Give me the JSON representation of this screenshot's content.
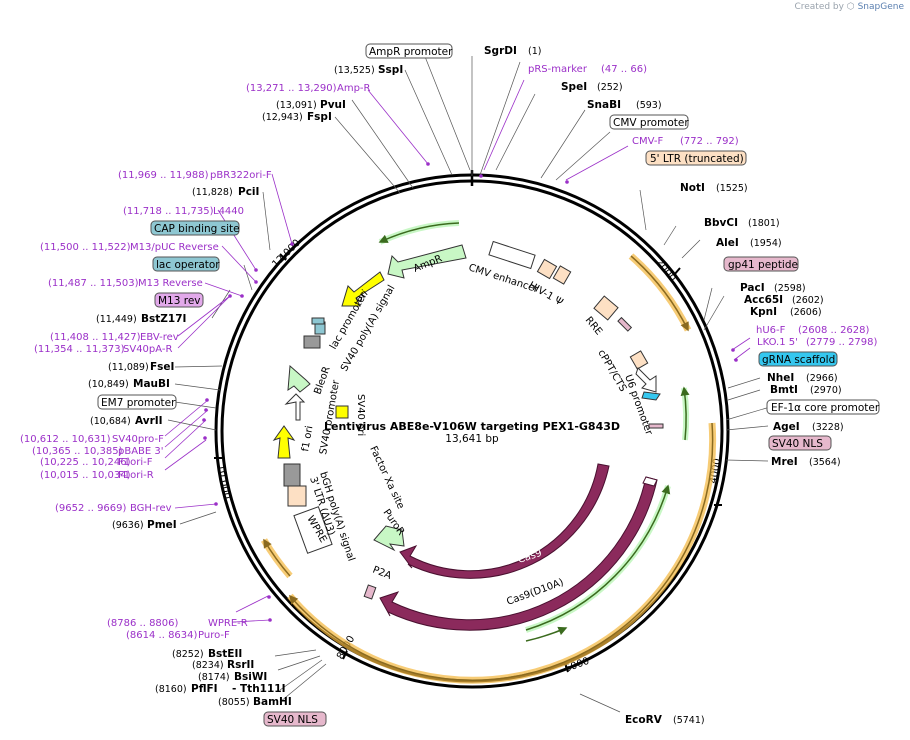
{
  "brand": {
    "created_by": "Created by",
    "app": "SnapGene"
  },
  "plasmid": {
    "name": "Lentivirus ABE8e-V106W targeting PEX1-G843D",
    "length": "13,641 bp"
  },
  "ruler": [
    "2000",
    "4000",
    "6000",
    "8000",
    "10,000",
    "12,000"
  ],
  "enzymes": [
    {
      "name": "SgrDI",
      "pos": "(1)"
    },
    {
      "name": "SpeI",
      "pos": "(252)"
    },
    {
      "name": "SnaBI",
      "pos": "(593)"
    },
    {
      "name": "NotI",
      "pos": "(1525)"
    },
    {
      "name": "BbvCI",
      "pos": "(1801)"
    },
    {
      "name": "AleI",
      "pos": "(1954)"
    },
    {
      "name": "PacI",
      "pos": "(2598)"
    },
    {
      "name": "Acc65I",
      "pos": "(2602)"
    },
    {
      "name": "KpnI",
      "pos": "(2606)"
    },
    {
      "name": "NheI",
      "pos": "(2966)"
    },
    {
      "name": "BmtI",
      "pos": "(2970)"
    },
    {
      "name": "AgeI",
      "pos": "(3228)"
    },
    {
      "name": "MreI",
      "pos": "(3564)"
    },
    {
      "name": "EcoRV",
      "pos": "(5741)"
    },
    {
      "name": "BamHI",
      "pos": "(8055)"
    },
    {
      "name": "PflFI",
      "pos": "(8160)"
    },
    {
      "name": "Tth111I",
      "pos": ""
    },
    {
      "name": "BsiWI",
      "pos": "(8174)"
    },
    {
      "name": "RsrII",
      "pos": "(8234)"
    },
    {
      "name": "BstEII",
      "pos": "(8252)"
    },
    {
      "name": "PmeI",
      "pos": "(9636)"
    },
    {
      "name": "AvrII",
      "pos": "(10,684)"
    },
    {
      "name": "MauBI",
      "pos": "(10,849)"
    },
    {
      "name": "FseI",
      "pos": "(11,089)"
    },
    {
      "name": "BstZ17I",
      "pos": "(11,449)"
    },
    {
      "name": "PciI",
      "pos": "(11,828)"
    },
    {
      "name": "FspI",
      "pos": "(12,943)"
    },
    {
      "name": "PvuI",
      "pos": "(13,091)"
    },
    {
      "name": "SspI",
      "pos": "(13,525)"
    }
  ],
  "primers": [
    {
      "name": "pRS-marker",
      "range": "(47 .. 66)"
    },
    {
      "name": "CMV-F",
      "range": "(772 .. 792)"
    },
    {
      "name": "hU6-F",
      "range": "(2608 .. 2628)"
    },
    {
      "name": "LKO.1 5'",
      "range": "(2779 .. 2798)"
    },
    {
      "name": "Puro-F",
      "range": "(8614 .. 8634)"
    },
    {
      "name": "WPRE-R",
      "range": "(8786 .. 8806)"
    },
    {
      "name": "BGH-rev",
      "range": "(9652 .. 9669)"
    },
    {
      "name": "F1ori-R",
      "range": "(10,015 .. 10,034)"
    },
    {
      "name": "F1ori-F",
      "range": "(10,225 .. 10,246)"
    },
    {
      "name": "pBABE 3'",
      "range": "(10,365 .. 10,385)"
    },
    {
      "name": "SV40pro-F",
      "range": "(10,612 .. 10,631)"
    },
    {
      "name": "SV40pA-R",
      "range": "(11,354 .. 11,373)"
    },
    {
      "name": "EBV-rev",
      "range": "(11,408 .. 11,427)"
    },
    {
      "name": "M13 Reverse",
      "range": "(11,487 .. 11,503)"
    },
    {
      "name": "M13/pUC Reverse",
      "range": "(11,500 .. 11,522)"
    },
    {
      "name": "L4440",
      "range": "(11,718 .. 11,735)"
    },
    {
      "name": "pBR322ori-F",
      "range": "(11,969 .. 11,988)"
    },
    {
      "name": "Amp-R",
      "range": "(13,271 .. 13,290)"
    }
  ],
  "boxed_features": [
    {
      "name": "AmpR promoter",
      "style": "white"
    },
    {
      "name": "CMV promoter",
      "style": "white"
    },
    {
      "name": "5' LTR (truncated)",
      "style": "peach"
    },
    {
      "name": "gp41 peptide",
      "style": "pink"
    },
    {
      "name": "gRNA scaffold",
      "style": "cyan"
    },
    {
      "name": "EF-1α core promoter",
      "style": "white"
    },
    {
      "name": "SV40 NLS",
      "style": "pink"
    },
    {
      "name": "SV40 NLS",
      "style": "pink"
    },
    {
      "name": "EM7 promoter",
      "style": "white"
    },
    {
      "name": "M13 rev",
      "style": "purple"
    },
    {
      "name": "lac operator",
      "style": "teal"
    },
    {
      "name": "CAP binding site",
      "style": "teal"
    }
  ],
  "inner_features": [
    "AmpR",
    "ori",
    "lac promoter",
    "SV40 poly(A) signal",
    "CMV enhancer",
    "HIV-1 Ψ",
    "RRE",
    "cPPT/CTS",
    "U6 promoter",
    "BleoR",
    "SV40 promoter",
    "f1 ori",
    "SV40 ori",
    "bGH poly(A) signal",
    "3' LTR (ΔU3)",
    "WPRE",
    "Factor Xa site",
    "PuroR",
    "P2A",
    "Cas9",
    "Cas9(D10A)"
  ],
  "colors": {
    "primer": "#9b30c8",
    "peach": "#fde0c4",
    "pink": "#e6b8cc",
    "cyan": "#35c7ef",
    "teal": "#8ec7d2",
    "purple_box": "#e2a9ea",
    "cas9": "#8b2a5c",
    "ori": "#ffff00",
    "green": "#c8f7c5",
    "gold": "#f4b63c"
  }
}
